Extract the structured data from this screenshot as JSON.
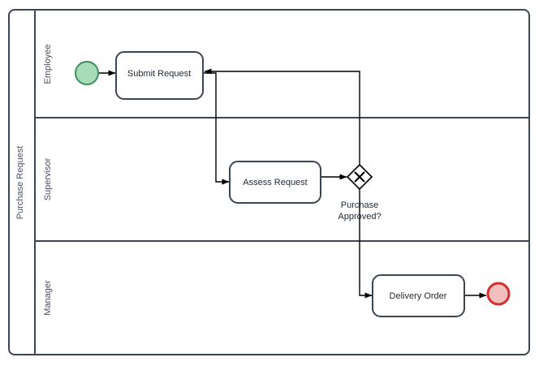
{
  "diagram": {
    "type": "bpmn-process-diagram",
    "pool": {
      "name": "Purchase Request",
      "lanes": [
        {
          "name": "Employee"
        },
        {
          "name": "Supervisor"
        },
        {
          "name": "Manager"
        }
      ]
    },
    "events": [
      {
        "id": "start-event",
        "kind": "start",
        "lane": "Employee",
        "fill": "#a8dbb8",
        "stroke": "#3c8f5c"
      },
      {
        "id": "end-event",
        "kind": "end",
        "lane": "Manager",
        "fill": "#f2bfbf",
        "stroke": "#d32f2f"
      }
    ],
    "tasks": [
      {
        "id": "submit-request",
        "label": "Submit Request",
        "lane": "Employee"
      },
      {
        "id": "assess-request",
        "label": "Assess Request",
        "lane": "Supervisor"
      },
      {
        "id": "delivery-order",
        "label": "Delivery Order",
        "lane": "Manager"
      }
    ],
    "gateways": [
      {
        "id": "purchase-approved",
        "kind": "exclusive",
        "label_line1": "Purchase",
        "label_line2": "Approved?",
        "lane": "Supervisor"
      }
    ],
    "flows": [
      {
        "id": "flow-start-to-submit",
        "from": "start-event",
        "to": "submit-request"
      },
      {
        "id": "flow-submit-to-assess",
        "from": "submit-request",
        "to": "assess-request"
      },
      {
        "id": "flow-assess-to-gateway",
        "from": "assess-request",
        "to": "purchase-approved"
      },
      {
        "id": "flow-gateway-to-submit",
        "from": "purchase-approved",
        "to": "submit-request"
      },
      {
        "id": "flow-gateway-to-delivery",
        "from": "purchase-approved",
        "to": "delivery-order"
      },
      {
        "id": "flow-delivery-to-end",
        "from": "delivery-order",
        "to": "end-event"
      }
    ],
    "colors": {
      "shape_stroke": "#3b4654",
      "shape_fill": "#ffffff",
      "connector": "#000000",
      "label_text": "#1e2933",
      "lane_text": "#4a4f63",
      "canvas_background": "#ffffff"
    }
  }
}
